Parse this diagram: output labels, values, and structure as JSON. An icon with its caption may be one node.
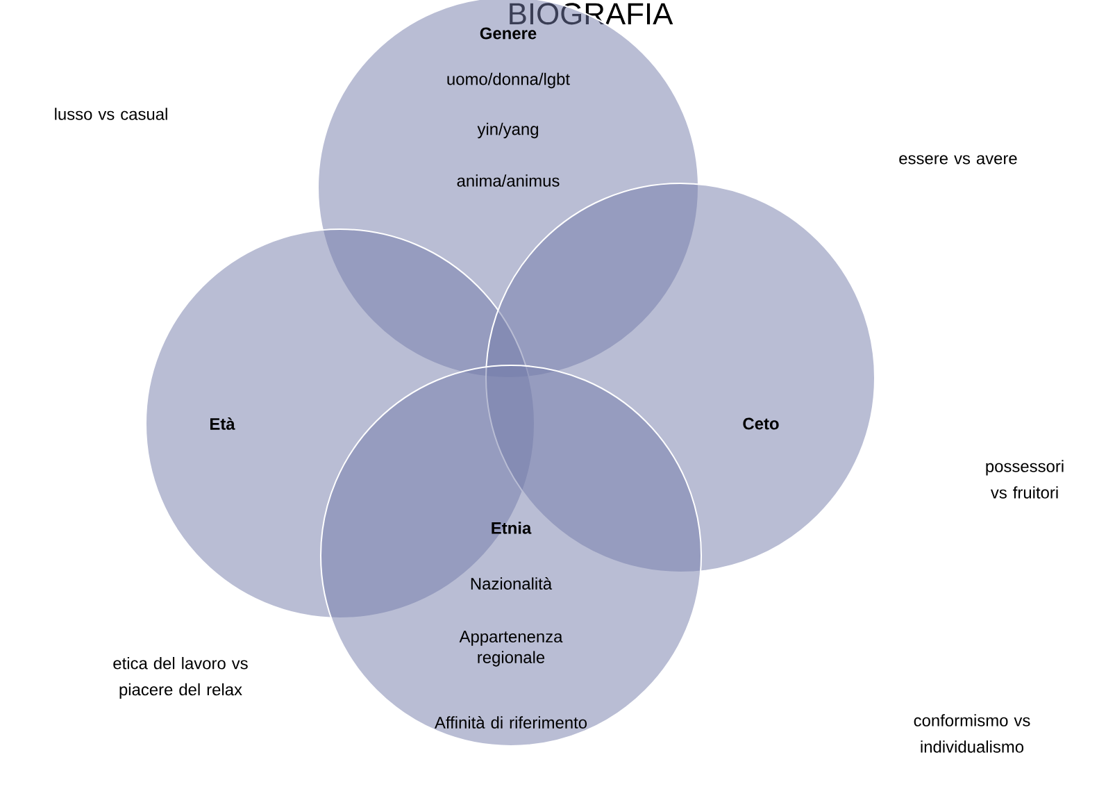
{
  "diagram": {
    "title": "BIOGRAFIA",
    "nodes": [
      {
        "text": [
          "Genere",
          "uomo/donna/lgbt",
          "yin/yang",
          "anima/animus"
        ]
      },
      {
        "text": [
          "Età"
        ]
      },
      {
        "text": [
          "Ceto"
        ]
      },
      {
        "text": [
          "Etnia",
          "Nazionalità",
          "Appartenenza regionale",
          "Affinità di riferimento"
        ]
      }
    ],
    "labels": [
      "lusso vs casual",
      "essere vs avere",
      "possessori vs fruitori",
      "etica del lavoro vs piacere del relax",
      "conformismo vs individualismo"
    ]
  }
}
